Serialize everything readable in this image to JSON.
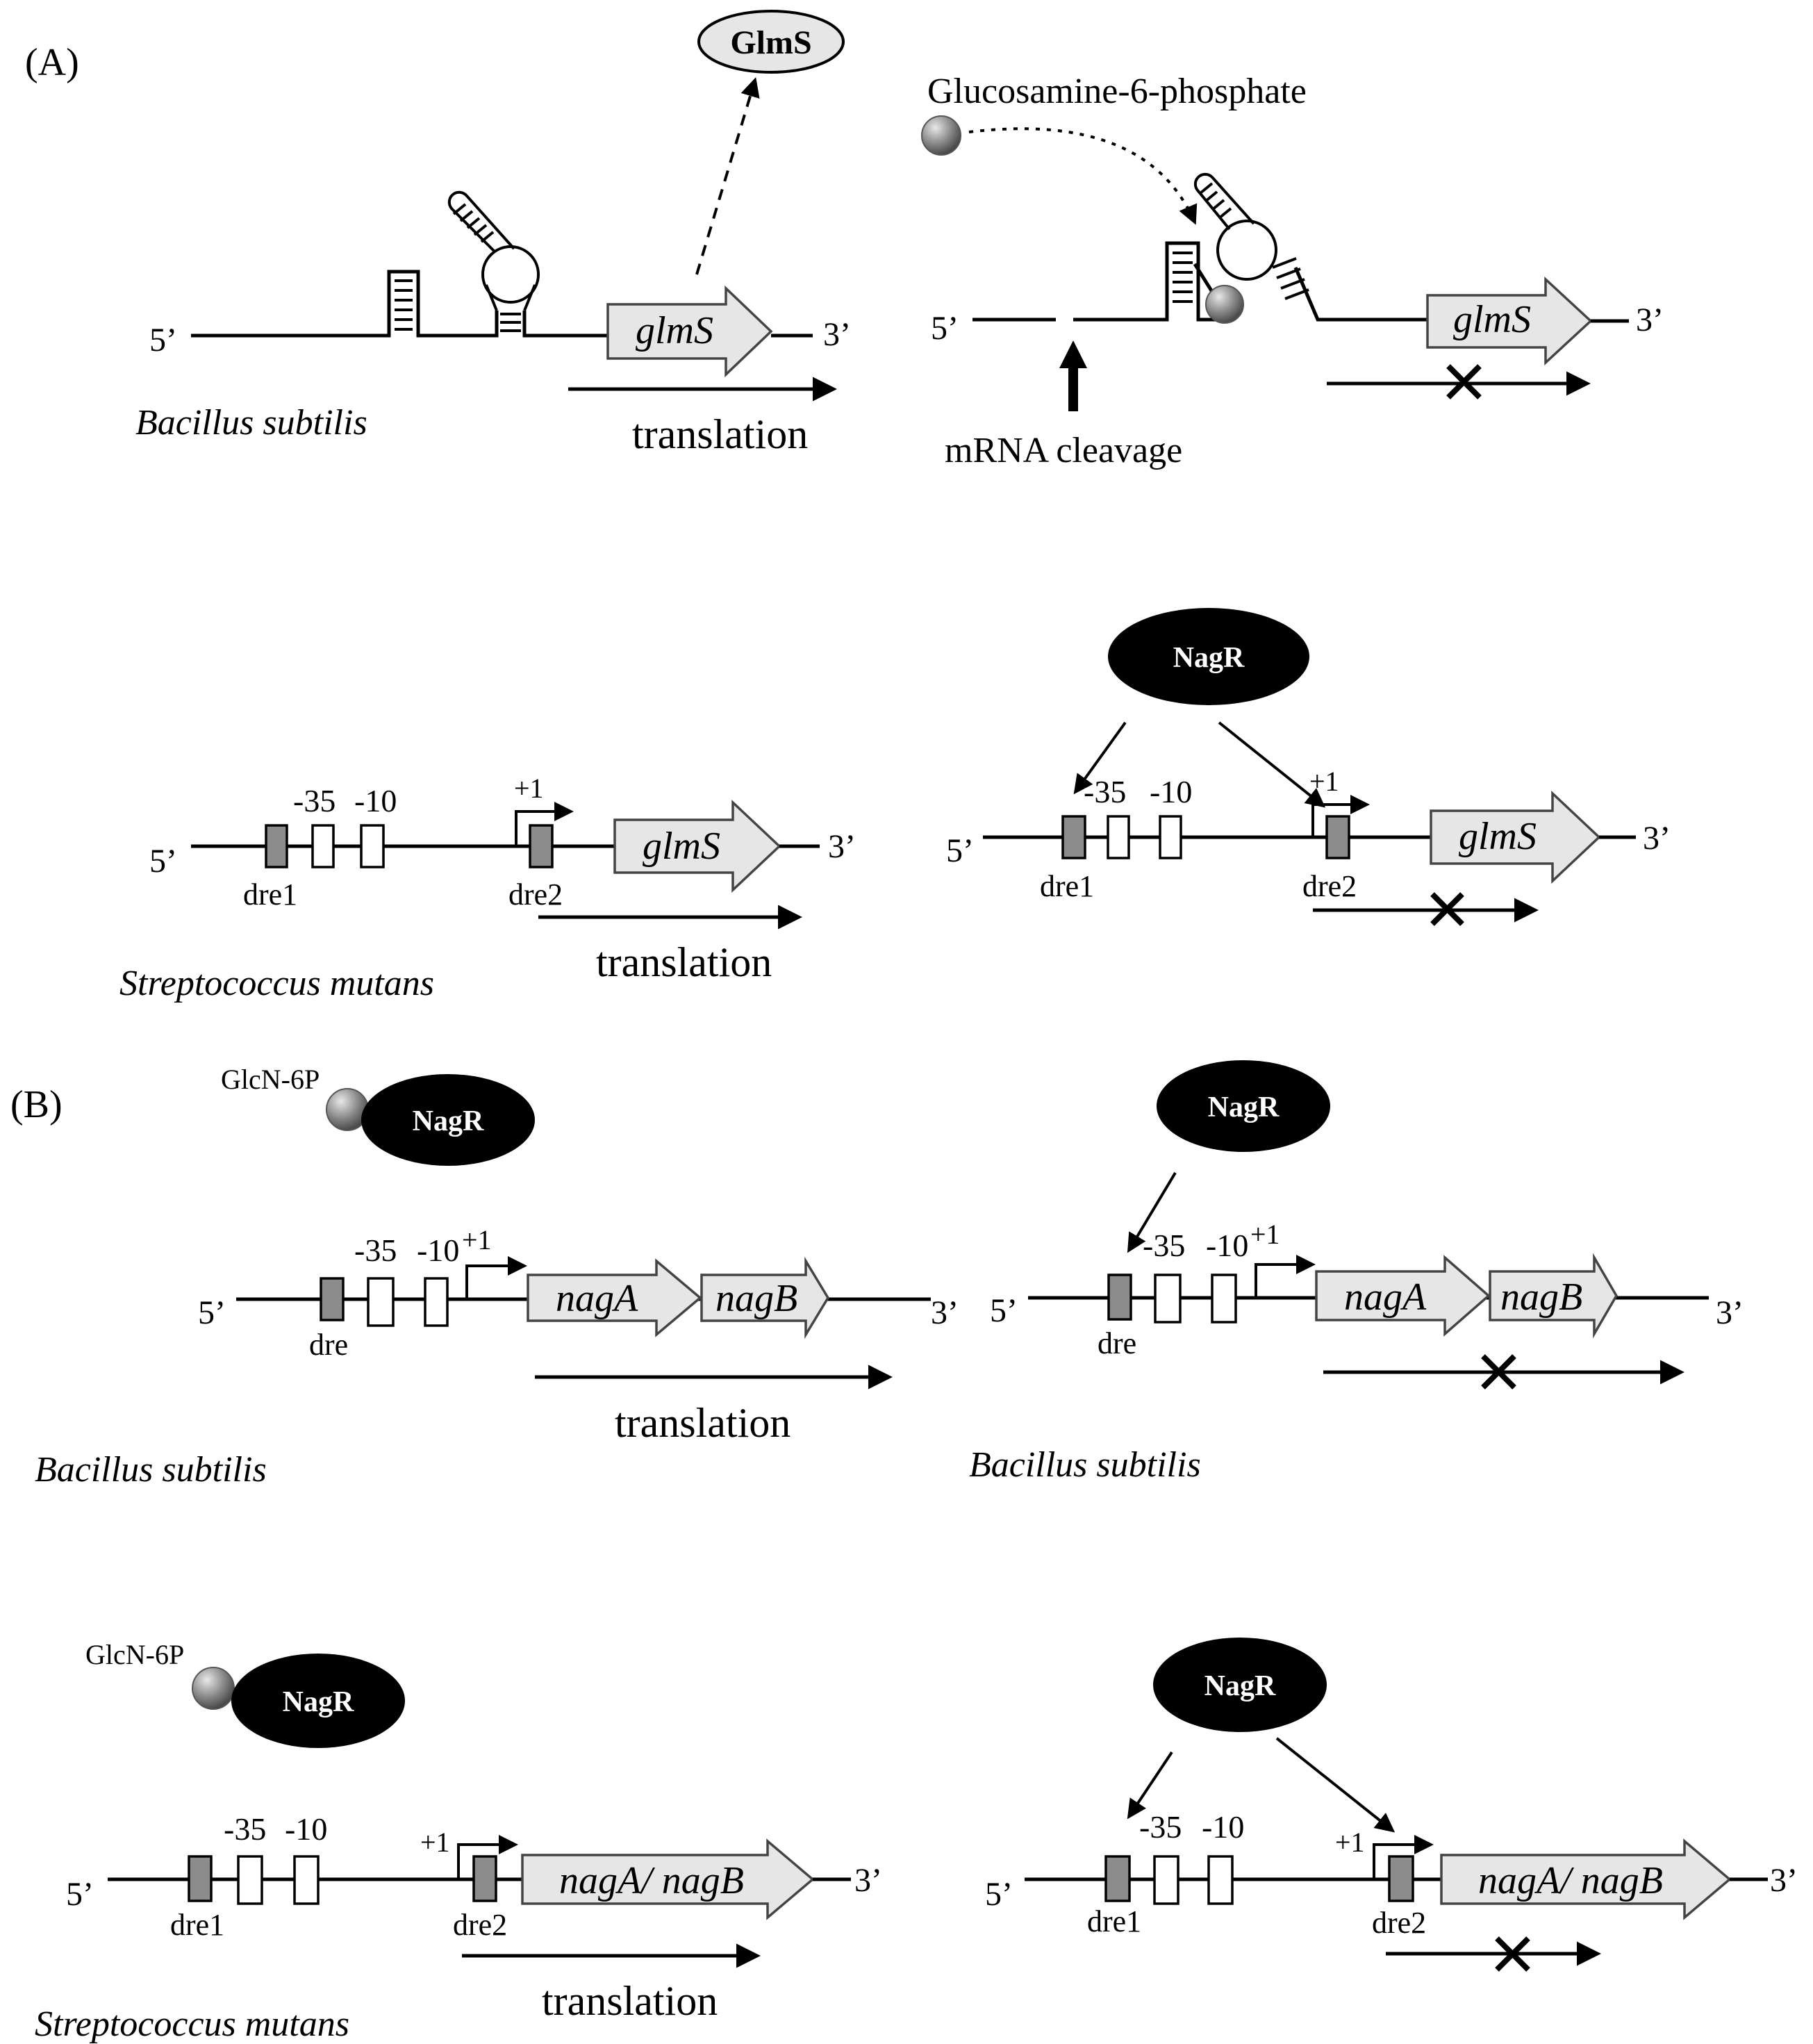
{
  "panel_labels": {
    "a": "(A)",
    "b": "(B)"
  },
  "common": {
    "five_prime": "5’",
    "three_prime": "3’",
    "translation": "translation",
    "minus35": "-35",
    "minus10": "-10",
    "plus1": "+1",
    "dre": "dre",
    "dre1": "dre1",
    "dre2": "dre2"
  },
  "organisms": {
    "bsub": "Bacillus subtilis",
    "smut": "Streptococcus mutans"
  },
  "genes": {
    "glmS": "glmS",
    "nagA": "nagA",
    "nagB": "nagB",
    "nagAB": "nagA/ nagB"
  },
  "proteins": {
    "GlmS": "GlmS",
    "NagR": "NagR"
  },
  "metabolites": {
    "glcn6p_full": "Glucosamine-6-phosphate",
    "glcn6p_short": "GlcN-6P"
  },
  "events": {
    "mrna_cleavage": "mRNA  cleavage"
  },
  "colors": {
    "gene_fill": "#e6e6e6",
    "dre_fill": "#8c8c8c",
    "protein_fill": "#000000",
    "metabolite_fill": "#8f8f8f"
  }
}
